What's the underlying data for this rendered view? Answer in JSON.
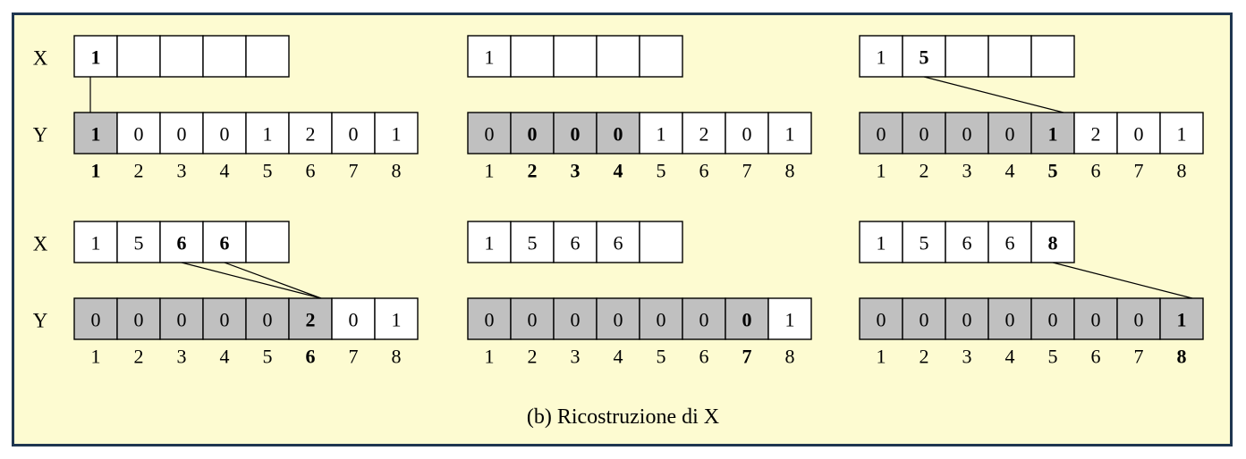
{
  "row_labels": {
    "x": "X",
    "y": "Y"
  },
  "colors": {
    "background": "#fdfbd1",
    "border": "#1f3650",
    "shaded_cell": "#c0c0c0",
    "plain_cell": "#ffffff"
  },
  "caption": "(b) Ricostruzione di X",
  "steps": [
    {
      "x": [
        {
          "v": "1",
          "b": true
        },
        {
          "v": ""
        },
        {
          "v": ""
        },
        {
          "v": ""
        },
        {
          "v": ""
        }
      ],
      "y": [
        {
          "v": "1",
          "g": true,
          "b": true
        },
        {
          "v": "0"
        },
        {
          "v": "0"
        },
        {
          "v": "0"
        },
        {
          "v": "1"
        },
        {
          "v": "2"
        },
        {
          "v": "0"
        },
        {
          "v": "1"
        }
      ],
      "idx": [
        {
          "v": "1",
          "b": true
        },
        {
          "v": "2"
        },
        {
          "v": "3"
        },
        {
          "v": "4"
        },
        {
          "v": "5"
        },
        {
          "v": "6"
        },
        {
          "v": "7"
        },
        {
          "v": "8"
        }
      ],
      "links": [
        [
          0,
          0
        ]
      ]
    },
    {
      "x": [
        {
          "v": "1"
        },
        {
          "v": ""
        },
        {
          "v": ""
        },
        {
          "v": ""
        },
        {
          "v": ""
        }
      ],
      "y": [
        {
          "v": "0",
          "g": true
        },
        {
          "v": "0",
          "g": true,
          "b": true
        },
        {
          "v": "0",
          "g": true,
          "b": true
        },
        {
          "v": "0",
          "g": true,
          "b": true
        },
        {
          "v": "1"
        },
        {
          "v": "2"
        },
        {
          "v": "0"
        },
        {
          "v": "1"
        }
      ],
      "idx": [
        {
          "v": "1"
        },
        {
          "v": "2",
          "b": true
        },
        {
          "v": "3",
          "b": true
        },
        {
          "v": "4",
          "b": true
        },
        {
          "v": "5"
        },
        {
          "v": "6"
        },
        {
          "v": "7"
        },
        {
          "v": "8"
        }
      ],
      "links": []
    },
    {
      "x": [
        {
          "v": "1"
        },
        {
          "v": "5",
          "b": true
        },
        {
          "v": ""
        },
        {
          "v": ""
        },
        {
          "v": ""
        }
      ],
      "y": [
        {
          "v": "0",
          "g": true
        },
        {
          "v": "0",
          "g": true
        },
        {
          "v": "0",
          "g": true
        },
        {
          "v": "0",
          "g": true
        },
        {
          "v": "1",
          "g": true,
          "b": true
        },
        {
          "v": "2"
        },
        {
          "v": "0"
        },
        {
          "v": "1"
        }
      ],
      "idx": [
        {
          "v": "1"
        },
        {
          "v": "2"
        },
        {
          "v": "3"
        },
        {
          "v": "4"
        },
        {
          "v": "5",
          "b": true
        },
        {
          "v": "6"
        },
        {
          "v": "7"
        },
        {
          "v": "8"
        }
      ],
      "links": [
        [
          1,
          4
        ]
      ]
    },
    {
      "x": [
        {
          "v": "1"
        },
        {
          "v": "5"
        },
        {
          "v": "6",
          "b": true
        },
        {
          "v": "6",
          "b": true
        },
        {
          "v": ""
        }
      ],
      "y": [
        {
          "v": "0",
          "g": true
        },
        {
          "v": "0",
          "g": true
        },
        {
          "v": "0",
          "g": true
        },
        {
          "v": "0",
          "g": true
        },
        {
          "v": "0",
          "g": true
        },
        {
          "v": "2",
          "g": true,
          "b": true
        },
        {
          "v": "0"
        },
        {
          "v": "1"
        }
      ],
      "idx": [
        {
          "v": "1"
        },
        {
          "v": "2"
        },
        {
          "v": "3"
        },
        {
          "v": "4"
        },
        {
          "v": "5"
        },
        {
          "v": "6",
          "b": true
        },
        {
          "v": "7"
        },
        {
          "v": "8"
        }
      ],
      "links": [
        [
          2,
          5
        ],
        [
          3,
          5
        ]
      ]
    },
    {
      "x": [
        {
          "v": "1"
        },
        {
          "v": "5"
        },
        {
          "v": "6"
        },
        {
          "v": "6"
        },
        {
          "v": ""
        }
      ],
      "y": [
        {
          "v": "0",
          "g": true
        },
        {
          "v": "0",
          "g": true
        },
        {
          "v": "0",
          "g": true
        },
        {
          "v": "0",
          "g": true
        },
        {
          "v": "0",
          "g": true
        },
        {
          "v": "0",
          "g": true
        },
        {
          "v": "0",
          "g": true,
          "b": true
        },
        {
          "v": "1"
        }
      ],
      "idx": [
        {
          "v": "1"
        },
        {
          "v": "2"
        },
        {
          "v": "3"
        },
        {
          "v": "4"
        },
        {
          "v": "5"
        },
        {
          "v": "6"
        },
        {
          "v": "7",
          "b": true
        },
        {
          "v": "8"
        }
      ],
      "links": []
    },
    {
      "x": [
        {
          "v": "1"
        },
        {
          "v": "5"
        },
        {
          "v": "6"
        },
        {
          "v": "6"
        },
        {
          "v": "8",
          "b": true
        }
      ],
      "y": [
        {
          "v": "0",
          "g": true
        },
        {
          "v": "0",
          "g": true
        },
        {
          "v": "0",
          "g": true
        },
        {
          "v": "0",
          "g": true
        },
        {
          "v": "0",
          "g": true
        },
        {
          "v": "0",
          "g": true
        },
        {
          "v": "0",
          "g": true
        },
        {
          "v": "1",
          "g": true,
          "b": true
        }
      ],
      "idx": [
        {
          "v": "1"
        },
        {
          "v": "2"
        },
        {
          "v": "3"
        },
        {
          "v": "4"
        },
        {
          "v": "5"
        },
        {
          "v": "6"
        },
        {
          "v": "7"
        },
        {
          "v": "8",
          "b": true
        }
      ],
      "links": [
        [
          4,
          7
        ]
      ]
    }
  ]
}
